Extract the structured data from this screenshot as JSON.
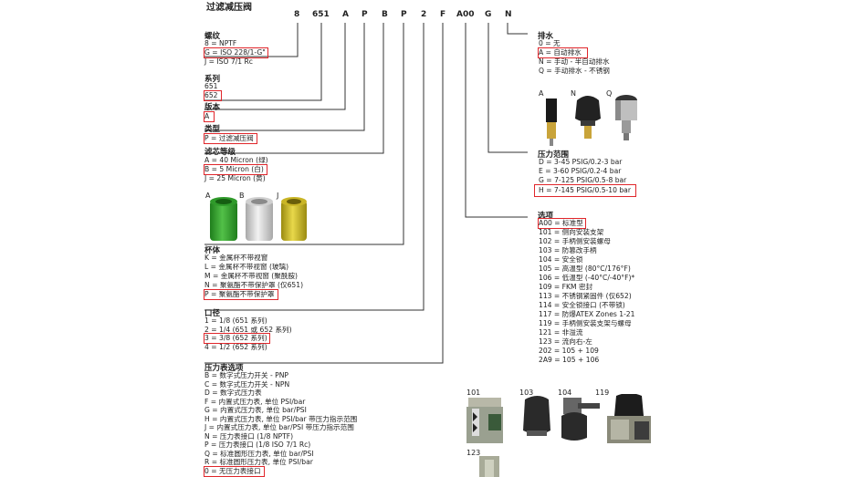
{
  "title": "过滤减压阀",
  "code": [
    "8",
    "651",
    "A",
    "P",
    "B",
    "P",
    "2",
    "F",
    "A00",
    "G",
    "N"
  ],
  "thread": {
    "heading": "螺纹",
    "items": [
      "8 = NPTF",
      "G = ISO 228/1-G\"",
      "J = ISO 7/1 Rc"
    ]
  },
  "series": {
    "heading": "系列",
    "items": [
      "651",
      "652"
    ]
  },
  "version": {
    "heading": "版本",
    "items": [
      "A"
    ]
  },
  "type": {
    "heading": "类型",
    "items": [
      "P = 过滤减压阀"
    ]
  },
  "filter": {
    "heading": "滤芯等级",
    "items": [
      "A = 40 Micron (绿)",
      "B = 5 Micron (白)",
      "J = 25 Micron (黄)"
    ],
    "image_labels": [
      "A",
      "B",
      "J"
    ],
    "colors": [
      "#3aa635",
      "#dcdcdc",
      "#d7c224"
    ]
  },
  "bowl": {
    "heading": "杯体",
    "items": [
      "K = 金属杯不带视窗",
      "L = 金属杯不带视窗 (玻璃)",
      "M = 金属杯不带视窗 (聚酰胺)",
      "N = 聚氨酯不带保护罩 (仅651)",
      "P = 聚氨酯不带保护罩"
    ]
  },
  "port": {
    "heading": "口径",
    "items": [
      "1 = 1/8 (651 系列)",
      "2 = 1/4 (651 或 652 系列)",
      "3 = 3/8 (652 系列)",
      "4 = 1/2 (652 系列)"
    ]
  },
  "gauge": {
    "heading": "压力表选项",
    "items": [
      "B = 数字式压力开关 - PNP",
      "C = 数字式压力开关 - NPN",
      "D = 数字式压力表",
      "F = 内置式压力表, 单位 PSI/bar",
      "G = 内置式压力表, 单位 bar/PSI",
      "H = 内置式压力表, 单位 PSI/bar 带压力指示范围",
      "J = 内置式压力表, 单位 bar/PSI 带压力指示范围",
      "N = 压力表接口 (1/8 NPTF)",
      "P = 压力表接口 (1/8 ISO 7/1 Rc)",
      "Q = 标准圆形压力表, 单位 bar/PSI",
      "R = 标准圆形压力表, 单位 PSI/bar",
      "0 = 无压力表接口"
    ]
  },
  "drain": {
    "heading": "排水",
    "items": [
      "0 = 无",
      "A = 自动排水",
      "N = 手动 - 半自动排水",
      "Q = 手动排水 - 不锈钢"
    ],
    "image_labels": [
      "A",
      "N",
      "Q"
    ]
  },
  "pressure": {
    "heading": "压力范围",
    "items": [
      "D = 3-45 PSIG/0.2-3 bar",
      "E = 3-60 PSIG/0.2-4 bar",
      "G = 7-125 PSIG/0.5-8 bar",
      "H = 7-145 PSIG/0.5-10 bar"
    ]
  },
  "options": {
    "heading": "选项",
    "items": [
      "A00 = 标准型",
      "101 = 侧向安装支架",
      "102 = 手柄侧安装螺母",
      "103 = 防篡改手柄",
      "104 = 安全锁",
      "105 = 高温型 (80°C/176°F)",
      "106 = 低温型 (-40°C/-40°F)*",
      "109 = FKM 密封",
      "113 = 不锈钢紧固件 (仅652)",
      "114 = 安全锁接口 (不带锁)",
      "117 = 防爆ATEX Zones 1-21",
      "119 = 手柄侧安装支架与螺母",
      "121 = 非溢流",
      "123 = 流向右-左",
      "202 = 105 + 109",
      "2A9 = 105 + 106"
    ]
  },
  "accessory_labels": [
    "101",
    "103",
    "104",
    "119",
    "123"
  ]
}
